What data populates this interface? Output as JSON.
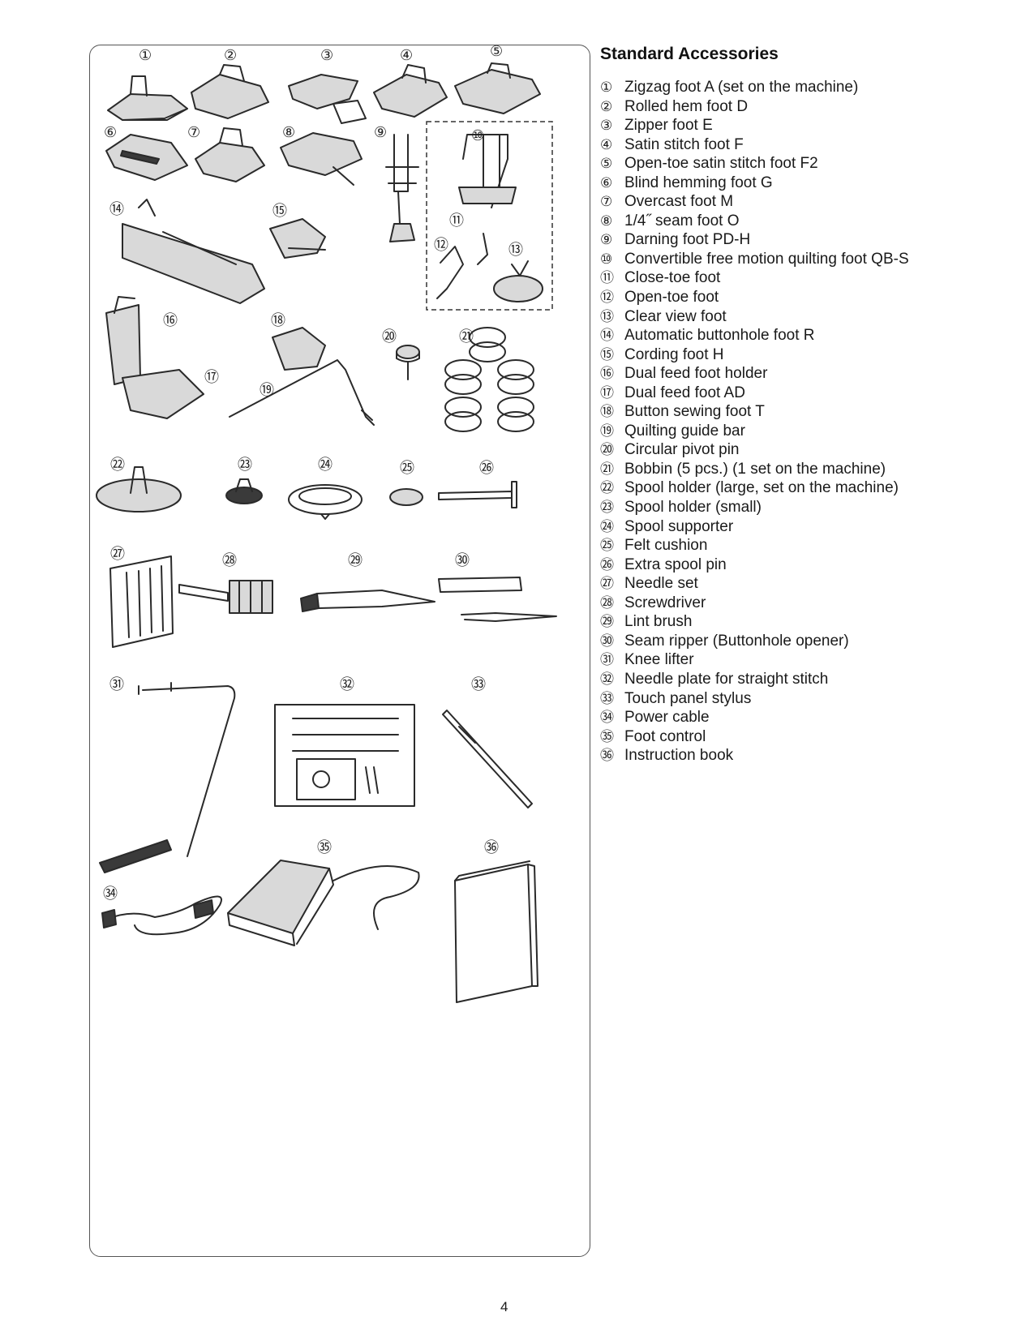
{
  "heading": "Standard Accessories",
  "items": [
    {
      "num": "①",
      "label": "Zigzag foot A (set on the machine)"
    },
    {
      "num": "②",
      "label": "Rolled hem foot D"
    },
    {
      "num": "③",
      "label": "Zipper foot E"
    },
    {
      "num": "④",
      "label": "Satin stitch foot F"
    },
    {
      "num": "⑤",
      "label": "Open-toe satin stitch foot F2"
    },
    {
      "num": "⑥",
      "label": "Blind hemming foot G"
    },
    {
      "num": "⑦",
      "label": "Overcast foot M"
    },
    {
      "num": "⑧",
      "label": "1/4˝ seam foot O"
    },
    {
      "num": "⑨",
      "label": "Darning foot PD-H"
    },
    {
      "num": "⑩",
      "label": "Convertible free motion quilting foot QB-S"
    },
    {
      "num": "⑪",
      "label": "Close-toe foot"
    },
    {
      "num": "⑫",
      "label": "Open-toe foot"
    },
    {
      "num": "⑬",
      "label": "Clear view foot"
    },
    {
      "num": "⑭",
      "label": "Automatic buttonhole foot R"
    },
    {
      "num": "⑮",
      "label": "Cording foot H"
    },
    {
      "num": "⑯",
      "label": "Dual feed foot holder"
    },
    {
      "num": "⑰",
      "label": "Dual feed foot AD"
    },
    {
      "num": "⑱",
      "label": "Button sewing foot T"
    },
    {
      "num": "⑲",
      "label": "Quilting guide bar"
    },
    {
      "num": "⑳",
      "label": "Circular pivot pin"
    },
    {
      "num": "㉑",
      "label": "Bobbin (5 pcs.) (1 set on the machine)"
    },
    {
      "num": "㉒",
      "label": "Spool holder (large, set on the machine)"
    },
    {
      "num": "㉓",
      "label": "Spool holder (small)"
    },
    {
      "num": "㉔",
      "label": "Spool supporter"
    },
    {
      "num": "㉕",
      "label": "Felt cushion"
    },
    {
      "num": "㉖",
      "label": "Extra spool pin"
    },
    {
      "num": "㉗",
      "label": "Needle set"
    },
    {
      "num": "㉘",
      "label": "Screwdriver"
    },
    {
      "num": "㉙",
      "label": "Lint brush"
    },
    {
      "num": "㉚",
      "label": "Seam ripper (Buttonhole opener)"
    },
    {
      "num": "㉛",
      "label": "Knee lifter"
    },
    {
      "num": "㉜",
      "label": "Needle plate for straight stitch"
    },
    {
      "num": "㉝",
      "label": "Touch panel stylus"
    },
    {
      "num": "㉞",
      "label": "Power cable"
    },
    {
      "num": "㉟",
      "label": "Foot control"
    },
    {
      "num": "㊱",
      "label": "Instruction book"
    }
  ],
  "illustration_callouts": [
    "①",
    "②",
    "③",
    "④",
    "⑤",
    "⑥",
    "⑦",
    "⑧",
    "⑨",
    "⑩",
    "⑪",
    "⑫",
    "⑬",
    "⑭",
    "⑮",
    "⑯",
    "⑰",
    "⑱",
    "⑲",
    "⑳",
    "㉑",
    "㉒",
    "㉓",
    "㉔",
    "㉕",
    "㉖",
    "㉗",
    "㉘",
    "㉙",
    "㉚",
    "㉛",
    "㉜",
    "㉝",
    "㉞",
    "㉟",
    "㊱"
  ],
  "page_number": "4"
}
